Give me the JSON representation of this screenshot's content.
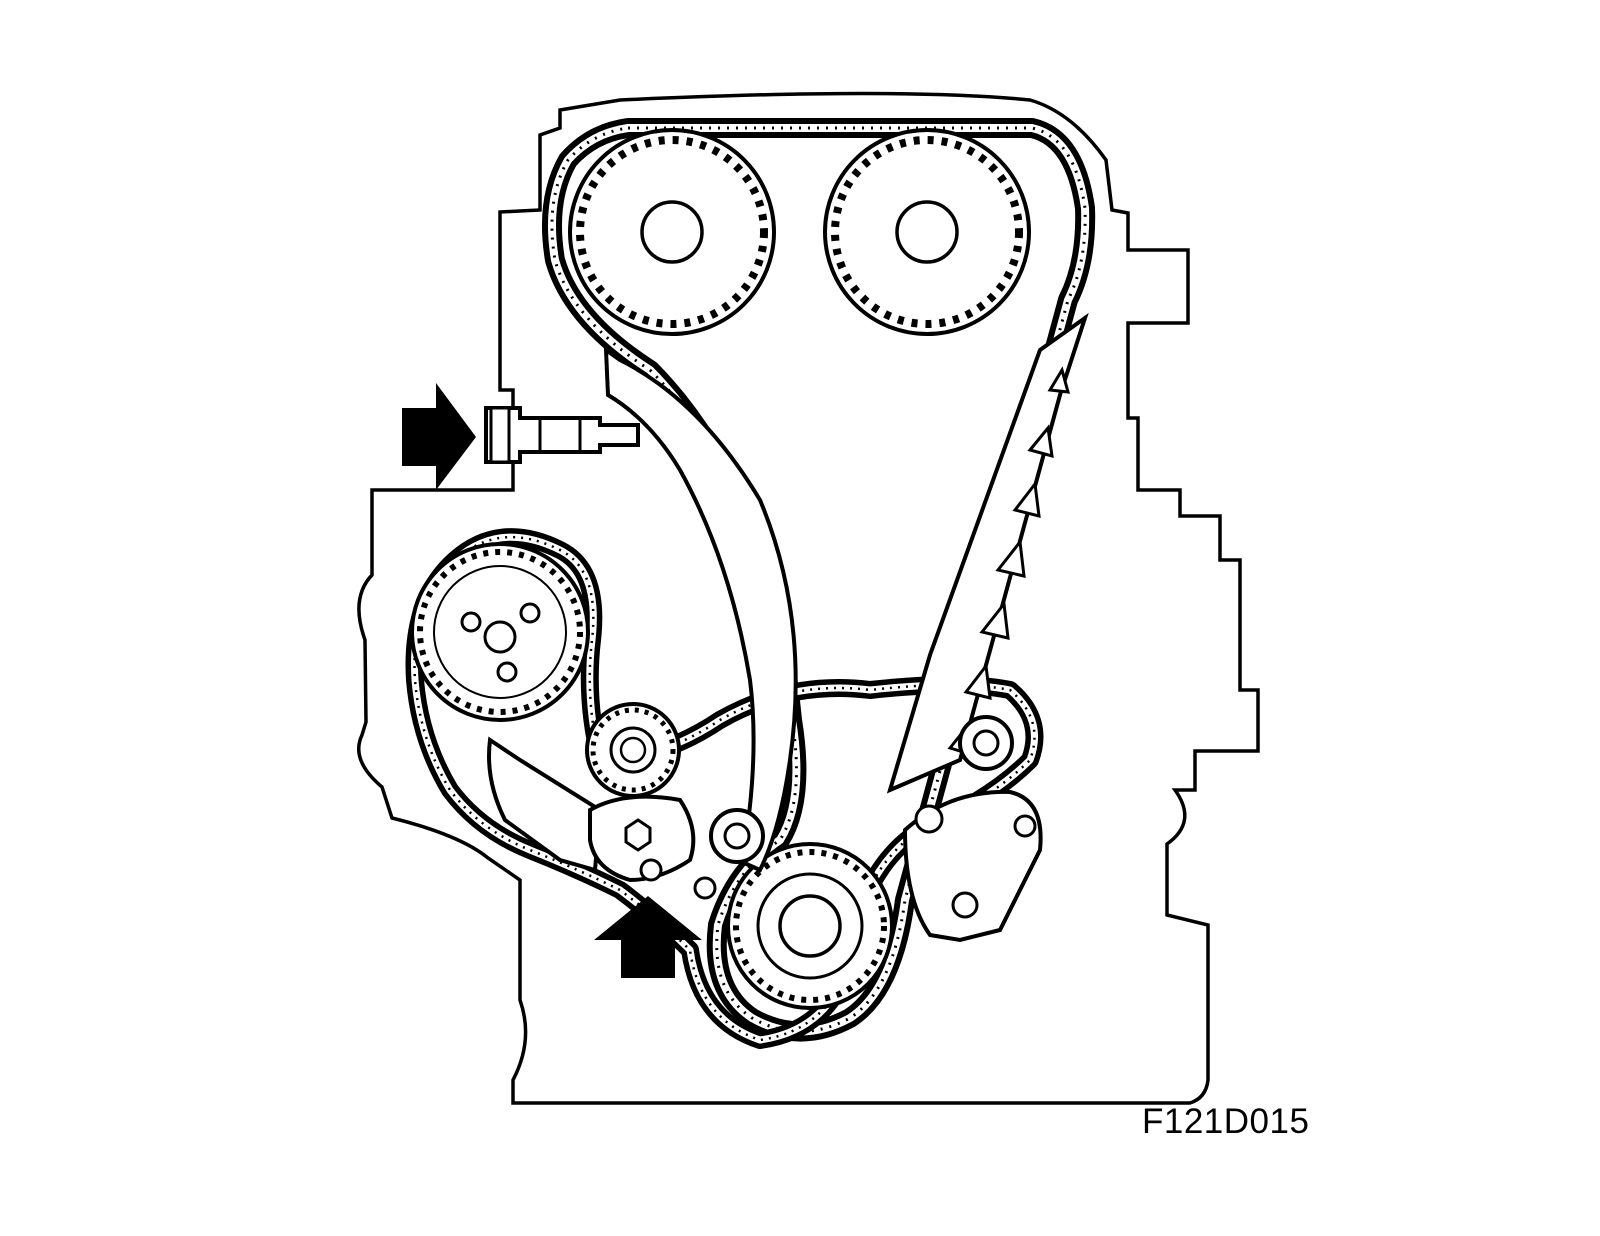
{
  "figure": {
    "code": "F121D015",
    "line_color": "#000000",
    "background_color": "#ffffff"
  },
  "components": {
    "engine_block_outline": "engine-block-outline",
    "exhaust_camshaft_sprocket": "camshaft-sprocket",
    "intake_camshaft_sprocket": "camshaft-sprocket",
    "crankshaft_sprocket": "crankshaft-sprocket",
    "balance_shaft_sprocket": "balance-shaft-sprocket",
    "intermediate_sprocket": "intermediate-sprocket",
    "tensioner_plunger": "tensioner-plunger",
    "timing_chain": "timing-chain",
    "balance_shaft_chain": "balance-shaft-chain",
    "tensioner_rail": "tensioner-rail",
    "fixed_guide_rail": "fixed-guide-rail"
  },
  "arrows": [
    {
      "name": "tensioner-arrow",
      "direction": "right"
    },
    {
      "name": "balance-tensioner-arrow",
      "direction": "up"
    }
  ]
}
